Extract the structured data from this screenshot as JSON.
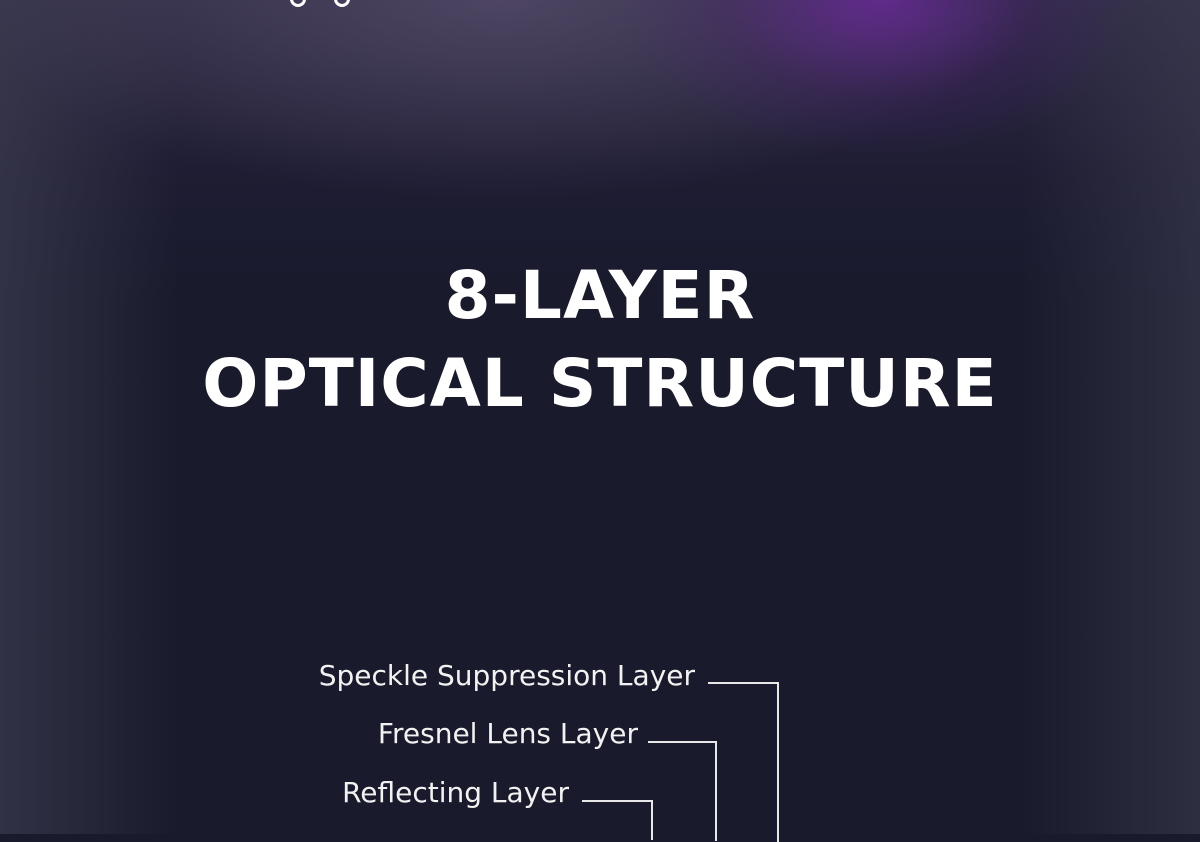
{
  "heading": {
    "line1": "8-LAYER",
    "line2": "OPTICAL STRUCTURE"
  },
  "layers": [
    {
      "label": "Speckle Suppression Layer"
    },
    {
      "label": "Fresnel Lens Layer"
    },
    {
      "label": "Reflecting Layer"
    }
  ]
}
